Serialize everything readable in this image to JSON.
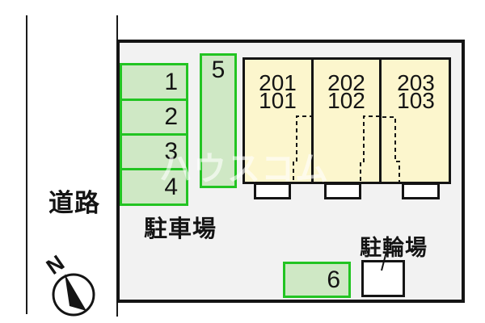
{
  "labels": {
    "road": "道路",
    "parking_lot": "駐車場",
    "bicycle_parking": "駐輪場",
    "north": "N",
    "watermark": "ハウスコム"
  },
  "parking_spaces": [
    {
      "number": "1"
    },
    {
      "number": "2"
    },
    {
      "number": "3"
    },
    {
      "number": "4"
    },
    {
      "number": "5"
    },
    {
      "number": "6"
    }
  ],
  "building": {
    "units": [
      {
        "upper": "201",
        "lower": "101"
      },
      {
        "upper": "202",
        "lower": "102"
      },
      {
        "upper": "203",
        "lower": "103"
      }
    ]
  },
  "colors": {
    "space_fill": "#cfe8c5",
    "space_border": "#22c422",
    "building_fill": "#fcf6cd",
    "site_background": "#f2f2f2",
    "line": "#141414",
    "watermark": "rgba(255,255,255,0.6)"
  }
}
